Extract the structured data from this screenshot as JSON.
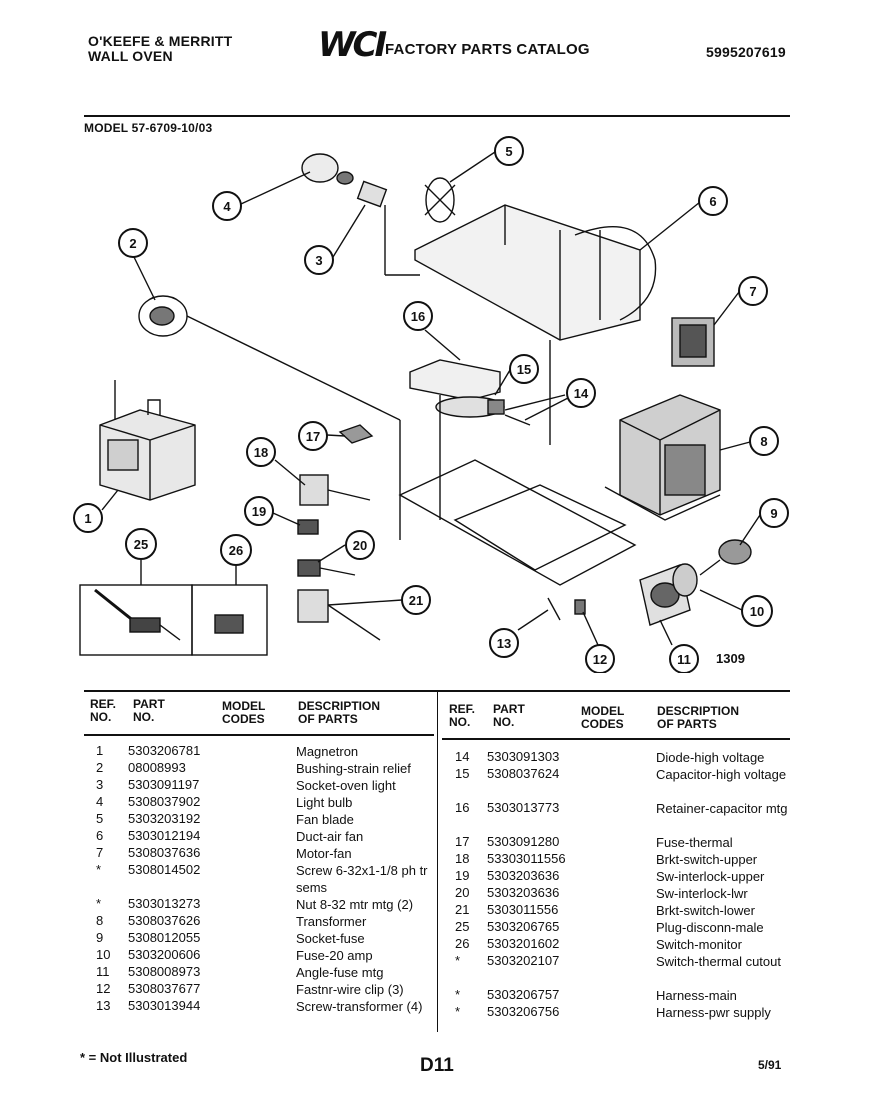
{
  "header": {
    "brand_line1": "O'KEEFE & MERRITT",
    "brand_line2": "WALL OVEN",
    "logo": "WCI",
    "catalog_title": "FACTORY PARTS CATALOG",
    "catalog_number": "5995207619",
    "model": "MODEL 57-6709-10/03"
  },
  "diagram": {
    "callouts": [
      "1",
      "2",
      "3",
      "4",
      "5",
      "6",
      "7",
      "8",
      "9",
      "10",
      "11",
      "12",
      "13",
      "14",
      "15",
      "16",
      "17",
      "18",
      "19",
      "20",
      "21",
      "25",
      "26"
    ],
    "figure_number": "1309"
  },
  "table": {
    "headers": {
      "ref": [
        "REF.",
        "NO."
      ],
      "part": [
        "PART",
        "NO."
      ],
      "model": [
        "MODEL",
        "CODES"
      ],
      "desc": [
        "DESCRIPTION",
        "OF PARTS"
      ]
    },
    "left_rows": [
      {
        "ref": "1",
        "part": "5303206781",
        "desc": "Magnetron"
      },
      {
        "ref": "2",
        "part": "08008993",
        "desc": "Bushing-strain relief"
      },
      {
        "ref": "3",
        "part": "5303091197",
        "desc": "Socket-oven light"
      },
      {
        "ref": "4",
        "part": "5308037902",
        "desc": "Light bulb"
      },
      {
        "ref": "5",
        "part": "5303203192",
        "desc": "Fan blade"
      },
      {
        "ref": "6",
        "part": "5303012194",
        "desc": "Duct-air fan"
      },
      {
        "ref": "7",
        "part": "5308037636",
        "desc": "Motor-fan"
      },
      {
        "ref": "*",
        "part": "5308014502",
        "desc": "Screw 6-32x1-1/8 ph tr sems"
      },
      {
        "ref": "*",
        "part": "5303013273",
        "desc": "Nut 8-32 mtr mtg (2)"
      },
      {
        "ref": "8",
        "part": "5308037626",
        "desc": "Transformer"
      },
      {
        "ref": "9",
        "part": "5308012055",
        "desc": "Socket-fuse"
      },
      {
        "ref": "10",
        "part": "5303200606",
        "desc": "Fuse-20 amp"
      },
      {
        "ref": "11",
        "part": "5308008973",
        "desc": "Angle-fuse mtg"
      },
      {
        "ref": "12",
        "part": "5308037677",
        "desc": "Fastnr-wire clip (3)"
      },
      {
        "ref": "13",
        "part": "5303013944",
        "desc": "Screw-transformer (4)"
      }
    ],
    "right_rows": [
      {
        "ref": "14",
        "part": "5303091303",
        "desc": "Diode-high voltage"
      },
      {
        "ref": "15",
        "part": "5308037624",
        "desc": "Capacitor-high voltage"
      },
      {
        "ref": "16",
        "part": "5303013773",
        "desc": "Retainer-capacitor mtg"
      },
      {
        "ref": "17",
        "part": "5303091280",
        "desc": "Fuse-thermal"
      },
      {
        "ref": "18",
        "part": "53303011556",
        "desc": "Brkt-switch-upper"
      },
      {
        "ref": "19",
        "part": "5303203636",
        "desc": "Sw-interlock-upper"
      },
      {
        "ref": "20",
        "part": "5303203636",
        "desc": "Sw-interlock-lwr"
      },
      {
        "ref": "21",
        "part": "5303011556",
        "desc": "Brkt-switch-lower"
      },
      {
        "ref": "25",
        "part": "5303206765",
        "desc": "Plug-disconn-male"
      },
      {
        "ref": "26",
        "part": "5303201602",
        "desc": "Switch-monitor"
      },
      {
        "ref": "*",
        "part": "5303202107",
        "desc": "Switch-thermal cutout"
      },
      {
        "ref": "*",
        "part": "5303206757",
        "desc": "Harness-main"
      },
      {
        "ref": "*",
        "part": "5303206756",
        "desc": "Harness-pwr supply"
      }
    ]
  },
  "footer": {
    "note": "* = Not Illustrated",
    "page": "D11",
    "date": "5/91"
  }
}
